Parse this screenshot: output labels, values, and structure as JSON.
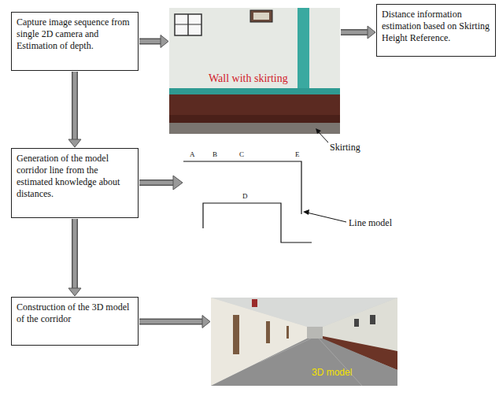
{
  "diagram": {
    "nodes": [
      {
        "text": [
          "Capture image sequence from single 2D camera and Estimation of depth."
        ]
      },
      {
        "text": [
          "Wall with skirting"
        ]
      },
      {
        "text": [
          "Distance information estimation based on Skirting Height Reference."
        ]
      },
      {
        "text": [
          "Generation of the model corridor line from the estimated knowledge about distances."
        ]
      },
      {
        "text": [
          "Construction of the 3D model of the corridor"
        ]
      },
      {
        "text": [
          "3D model"
        ]
      }
    ],
    "edges": [
      {
        "from": 0,
        "to": 1,
        "arrow": "to"
      },
      {
        "from": 1,
        "to": 2,
        "arrow": "to"
      },
      {
        "from": 0,
        "to": 3,
        "arrow": "to"
      },
      {
        "from": 3,
        "to": 4,
        "arrow": "to"
      },
      {
        "from": 4,
        "to": 5,
        "arrow": "to"
      }
    ],
    "labels": [
      "Skirting",
      "A",
      "B",
      "C",
      "E",
      "D",
      "Line model"
    ]
  }
}
